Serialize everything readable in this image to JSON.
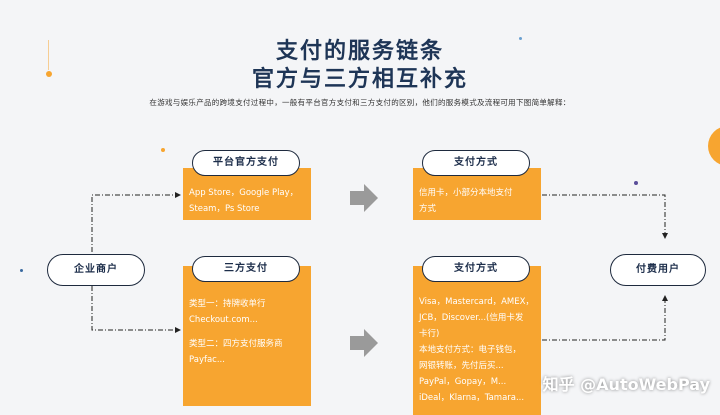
{
  "title_line1": "支付的服务链条",
  "title_line2": "官方与三方相互补充",
  "intro": "在游戏与娱乐产品的跨境支付过程中，一般有平台官方支付和三方支付的区别，他们的服务模式及流程可用下图简单解释：",
  "nodes": {
    "merchant": "企业商户",
    "platform_payment": "平台官方支付",
    "third_party_payment": "三方支付",
    "payment_method_top": "支付方式",
    "payment_method_bottom": "支付方式",
    "paying_user": "付费用户"
  },
  "panels": {
    "platform_lines": [
      "App Store，Google Play，",
      "Steam，Ps Store"
    ],
    "third_party_lines": [
      "类型一：持牌收单行",
      "Checkout.com...",
      "",
      "类型二：四方支付服务商",
      "Payfac..."
    ],
    "method_top_lines": [
      "信用卡，小部分本地支付",
      "方式"
    ],
    "method_bottom_lines": [
      "Visa，Mastercard，AMEX，",
      "JCB，Discover...(信用卡发",
      "卡行)",
      "本地支付方式：电子钱包，",
      "网银转账，先付后买...",
      "PayPal，Gopay，M...",
      "iDeal，Klarna，Tamara..."
    ]
  },
  "watermark": "知乎 @AutoWebPay",
  "colors": {
    "accent_orange": "#f7a530",
    "title_navy": "#1e3556",
    "arrow_gray": "#9a9a9a"
  }
}
